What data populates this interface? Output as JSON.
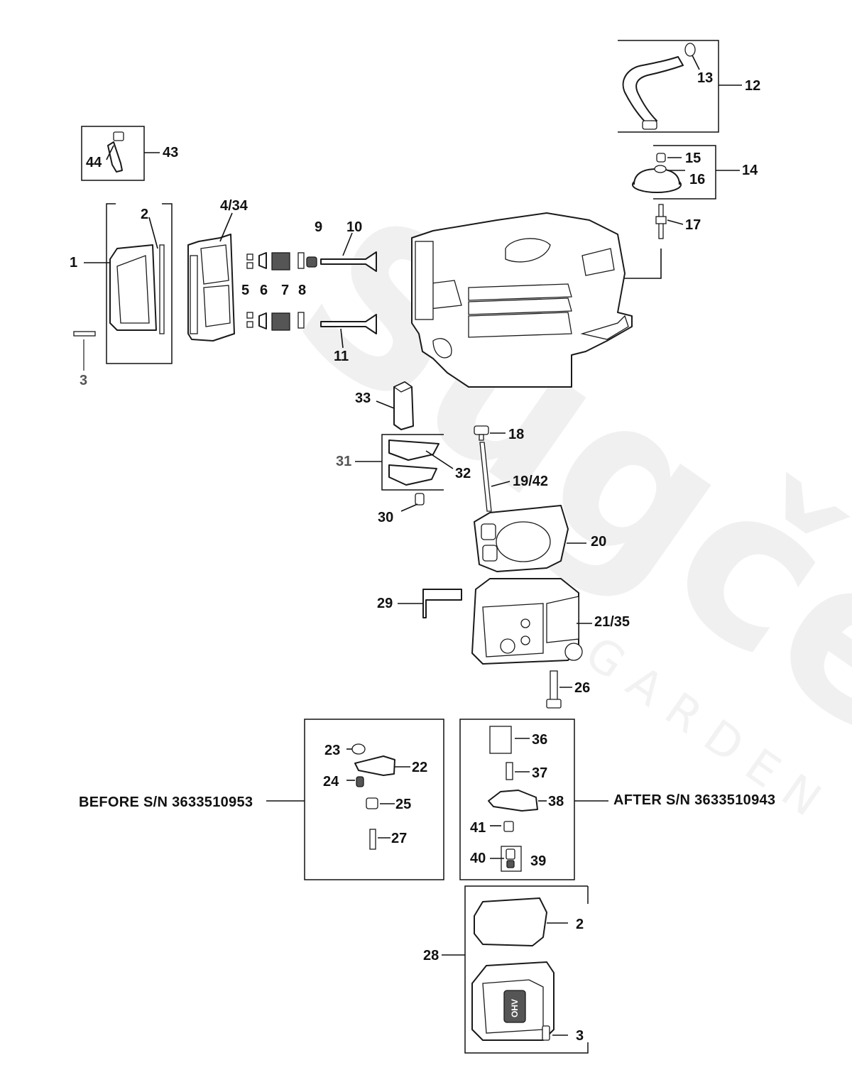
{
  "watermark": {
    "brand": "Sugček",
    "sub": "GARDEN"
  },
  "labels": {
    "p1": "1",
    "p2_top": "2",
    "p3_left": "3",
    "p4_34": "4/34",
    "p5": "5",
    "p6": "6",
    "p7": "7",
    "p8": "8",
    "p9": "9",
    "p10": "10",
    "p11": "11",
    "p12": "12",
    "p13": "13",
    "p14": "14",
    "p15": "15",
    "p16": "16",
    "p17": "17",
    "p18": "18",
    "p19_42": "19/42",
    "p20": "20",
    "p21_35": "21/35",
    "p22": "22",
    "p23": "23",
    "p24": "24",
    "p25": "25",
    "p26": "26",
    "p27": "27",
    "p28": "28",
    "p29": "29",
    "p30": "30",
    "p31": "31",
    "p32": "32",
    "p33": "33",
    "p36": "36",
    "p37": "37",
    "p38": "38",
    "p39": "39",
    "p40": "40",
    "p41": "41",
    "p43": "43",
    "p44": "44",
    "p2_bottom": "2",
    "p3_bottom": "3"
  },
  "notes": {
    "before": "BEFORE S/N 3633510953",
    "after": "AFTER S/N 3633510943"
  },
  "cover_badge": "OHV"
}
